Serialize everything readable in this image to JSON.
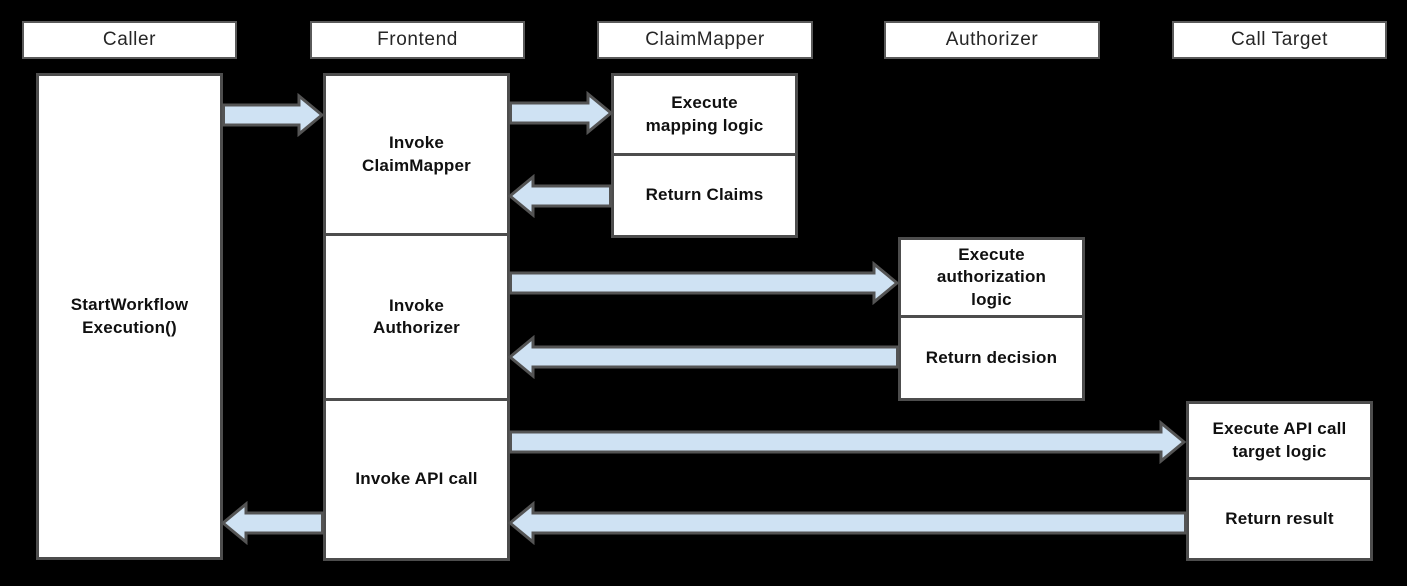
{
  "lanes": [
    {
      "title": "Caller"
    },
    {
      "title": "Frontend"
    },
    {
      "title": "ClaimMapper"
    },
    {
      "title": "Authorizer"
    },
    {
      "title": "Call Target"
    }
  ],
  "activities": {
    "caller_start": "StartWorkflow\nExecution()",
    "frontend_invoke_claimmapper": "Invoke\nClaimMapper",
    "frontend_invoke_authorizer": "Invoke\nAuthorizer",
    "frontend_invoke_api_call": "Invoke API call",
    "claimmapper_execute": "Execute\nmapping logic",
    "claimmapper_return": "Return Claims",
    "authorizer_execute": "Execute\nauthorization\nlogic",
    "authorizer_return": "Return decision",
    "calltarget_execute": "Execute API call\ntarget logic",
    "calltarget_return": "Return result"
  },
  "flows": [
    {
      "from": "Caller",
      "to": "Frontend",
      "direction": "right"
    },
    {
      "from": "Frontend",
      "to": "ClaimMapper",
      "direction": "right"
    },
    {
      "from": "ClaimMapper",
      "to": "Frontend",
      "direction": "left"
    },
    {
      "from": "Frontend",
      "to": "Authorizer",
      "direction": "right"
    },
    {
      "from": "Authorizer",
      "to": "Frontend",
      "direction": "left"
    },
    {
      "from": "Frontend",
      "to": "Call Target",
      "direction": "right"
    },
    {
      "from": "Call Target",
      "to": "Frontend",
      "direction": "left"
    },
    {
      "from": "Frontend",
      "to": "Caller",
      "direction": "left"
    }
  ],
  "colors": {
    "background": "#000000",
    "box_fill": "#ffffff",
    "box_border": "#4d4d4d",
    "header_border": "#5a5a5a",
    "arrow_fill": "#cfe2f3",
    "arrow_border": "#545454"
  }
}
